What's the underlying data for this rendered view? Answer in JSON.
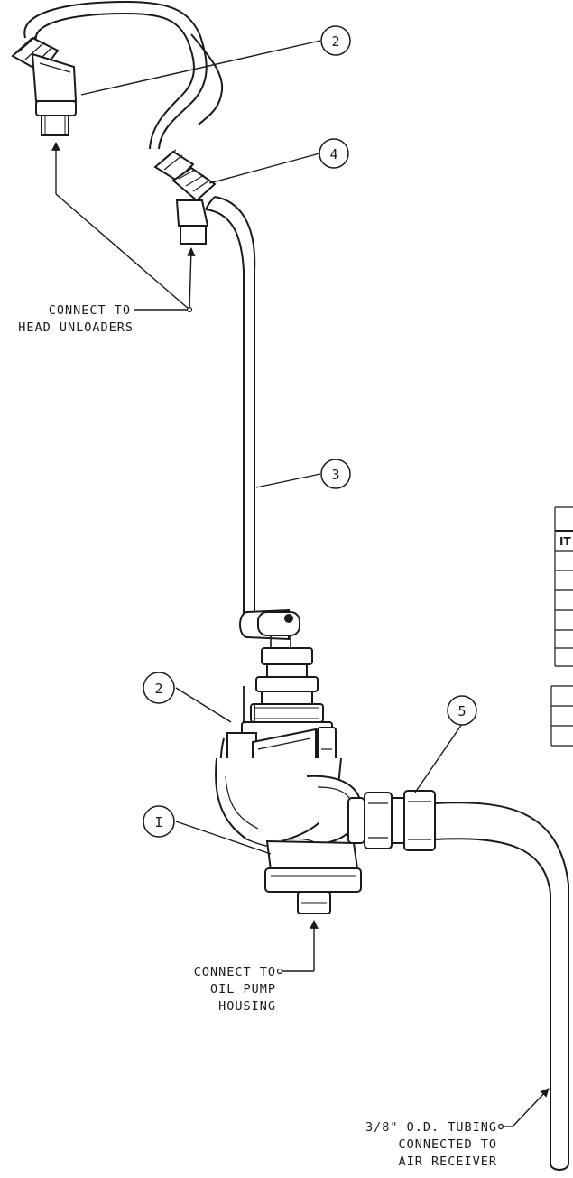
{
  "callouts": {
    "c2_top": "2",
    "c4": "4",
    "c3": "3",
    "c2_low": "2",
    "c5": "5",
    "c1": "I"
  },
  "notes": {
    "head_unloaders": [
      "CONNECT TO",
      "HEAD UNLOADERS"
    ],
    "oil_pump": [
      "CONNECT TO",
      "OIL PUMP",
      "HOUSING"
    ],
    "air_receiver": [
      "3/8\" O.D. TUBING",
      "CONNECTED TO",
      "AIR RECEIVER"
    ]
  },
  "table": {
    "header_fragment": "IT"
  },
  "colors": {
    "ink": "#1a1a1a",
    "paper": "#ffffff"
  }
}
